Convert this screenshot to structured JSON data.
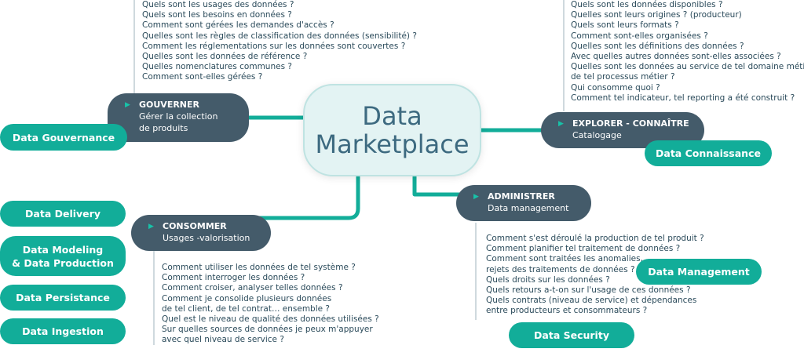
{
  "center": {
    "line1": "Data",
    "line2": "Marketplace"
  },
  "nodes": {
    "gouverner": {
      "title": "GOUVERNER",
      "line1": "Gérer la collection",
      "line2": "de produits"
    },
    "explorer": {
      "title": "EXPLORER - CONNAÎTRE",
      "line1": "Catalogage"
    },
    "administrer": {
      "title": "ADMINISTRER",
      "line1": "Data management"
    },
    "consommer": {
      "title": "CONSOMMER",
      "line1": "Usages -valorisation"
    }
  },
  "pills": {
    "gouvernance": "Data Gouvernance",
    "connaissance": "Data Connaissance",
    "delivery": "Data Delivery",
    "modeling_l1": "Data Modeling",
    "modeling_l2": "& Data Production",
    "persistance": "Data Persistance",
    "ingestion": "Data Ingestion",
    "management": "Data Management",
    "security": "Data Security"
  },
  "questions": {
    "gouverner": [
      "Quels sont les usages des données ?",
      "Quels sont les besoins en données ?",
      "Comment sont gérées les demandes d'accès ?",
      "Quelles sont les règles de classification des données (sensibilité) ?",
      "Comment les réglementations sur les données sont couvertes ?",
      "Quelles sont les données de référence ?",
      "Quelles nomenclatures communes ?",
      "Comment sont-elles gérées ?"
    ],
    "explorer": [
      "Quels sont les données disponibles ?",
      "Quelles sont leurs origines ? (producteur)",
      "Quels sont leurs formats ?",
      "Comment sont-elles organisées ?",
      "Quelles sont les définitions des données ?",
      "Avec quelles autres données sont-elles associées ?",
      "Quelles sont les données au service de tel domaine métier,",
      "de tel processus métier ?",
      "Qui consomme quoi ?",
      "Comment tel indicateur, tel reporting a été construit ?"
    ],
    "administrer": [
      "Comment s'est déroulé la production de tel produit ?",
      "Comment planifier tel traitement de données ?",
      "Comment sont traitées les anomalies,",
      "rejets des traitements de données ?",
      "Quels droits sur les données ?",
      "Quels retours a-t-on sur l'usage de ces données ?",
      "Quels contrats (niveau de service) et dépendances",
      "entre producteurs et consommateurs ?"
    ],
    "consommer": [
      "Comment utiliser les données de tel système ?",
      "Comment interroger les données ?",
      "Comment croiser, analyser telles données ?",
      "Comment je consolide plusieurs données",
      "de tel client, de tel contrat… ensemble ?",
      "Quel est le niveau de qualité des données utilisées ?",
      "Sur quelles sources de données je peux m'appuyer",
      "avec quel niveau de service ?"
    ]
  },
  "colors": {
    "node": "#445b6a",
    "pill": "#12ad99",
    "link": "#12ad99",
    "center_fill": "#e3f3f3",
    "text": "#2a4a5a"
  }
}
